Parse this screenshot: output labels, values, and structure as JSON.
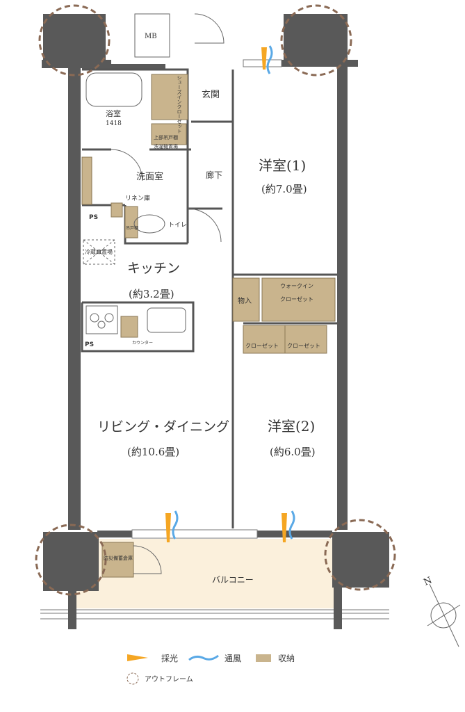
{
  "colors": {
    "wall": "#595959",
    "storage": "#c9b48d",
    "balcony": "#fbf0dc",
    "light": "#f5a623",
    "wind": "#5aa9e6",
    "outframe": "#8a6a55"
  },
  "rooms": {
    "mb": "MB",
    "shoes_closet": "シューズインクローゼット",
    "entrance": "玄関",
    "bath": "浴室",
    "bath_size": "1418",
    "upper_cabinet": "上部吊戸棚",
    "washer": "洗濯機置場",
    "washroom": "洗面室",
    "linen": "リネン庫",
    "ps1": "PS",
    "toilet_shelf": "吊戸棚",
    "toilet": "トイレ",
    "fridge": "冷蔵庫置場",
    "hall": "廊下",
    "western1": "洋室(1)",
    "western1_size": "(約7.0畳)",
    "kitchen": "キッチン",
    "kitchen_size": "(約3.2畳)",
    "storage": "物入",
    "wic1": "ウォークイン",
    "wic2": "クローゼット",
    "ps2": "PS",
    "counter": "カウンター",
    "closet_a": "クローゼット",
    "closet_b": "クローゼット",
    "ld": "リビング・ダイニング",
    "ld_size": "(約10.6畳)",
    "western2": "洋室(2)",
    "western2_size": "(約6.0畳)",
    "disaster_storage": "防災備蓄倉庫",
    "balcony": "バルコニー"
  },
  "compass": "N",
  "legend": {
    "light": "採光",
    "wind": "通風",
    "storage": "収納",
    "outframe": "アウトフレーム"
  }
}
